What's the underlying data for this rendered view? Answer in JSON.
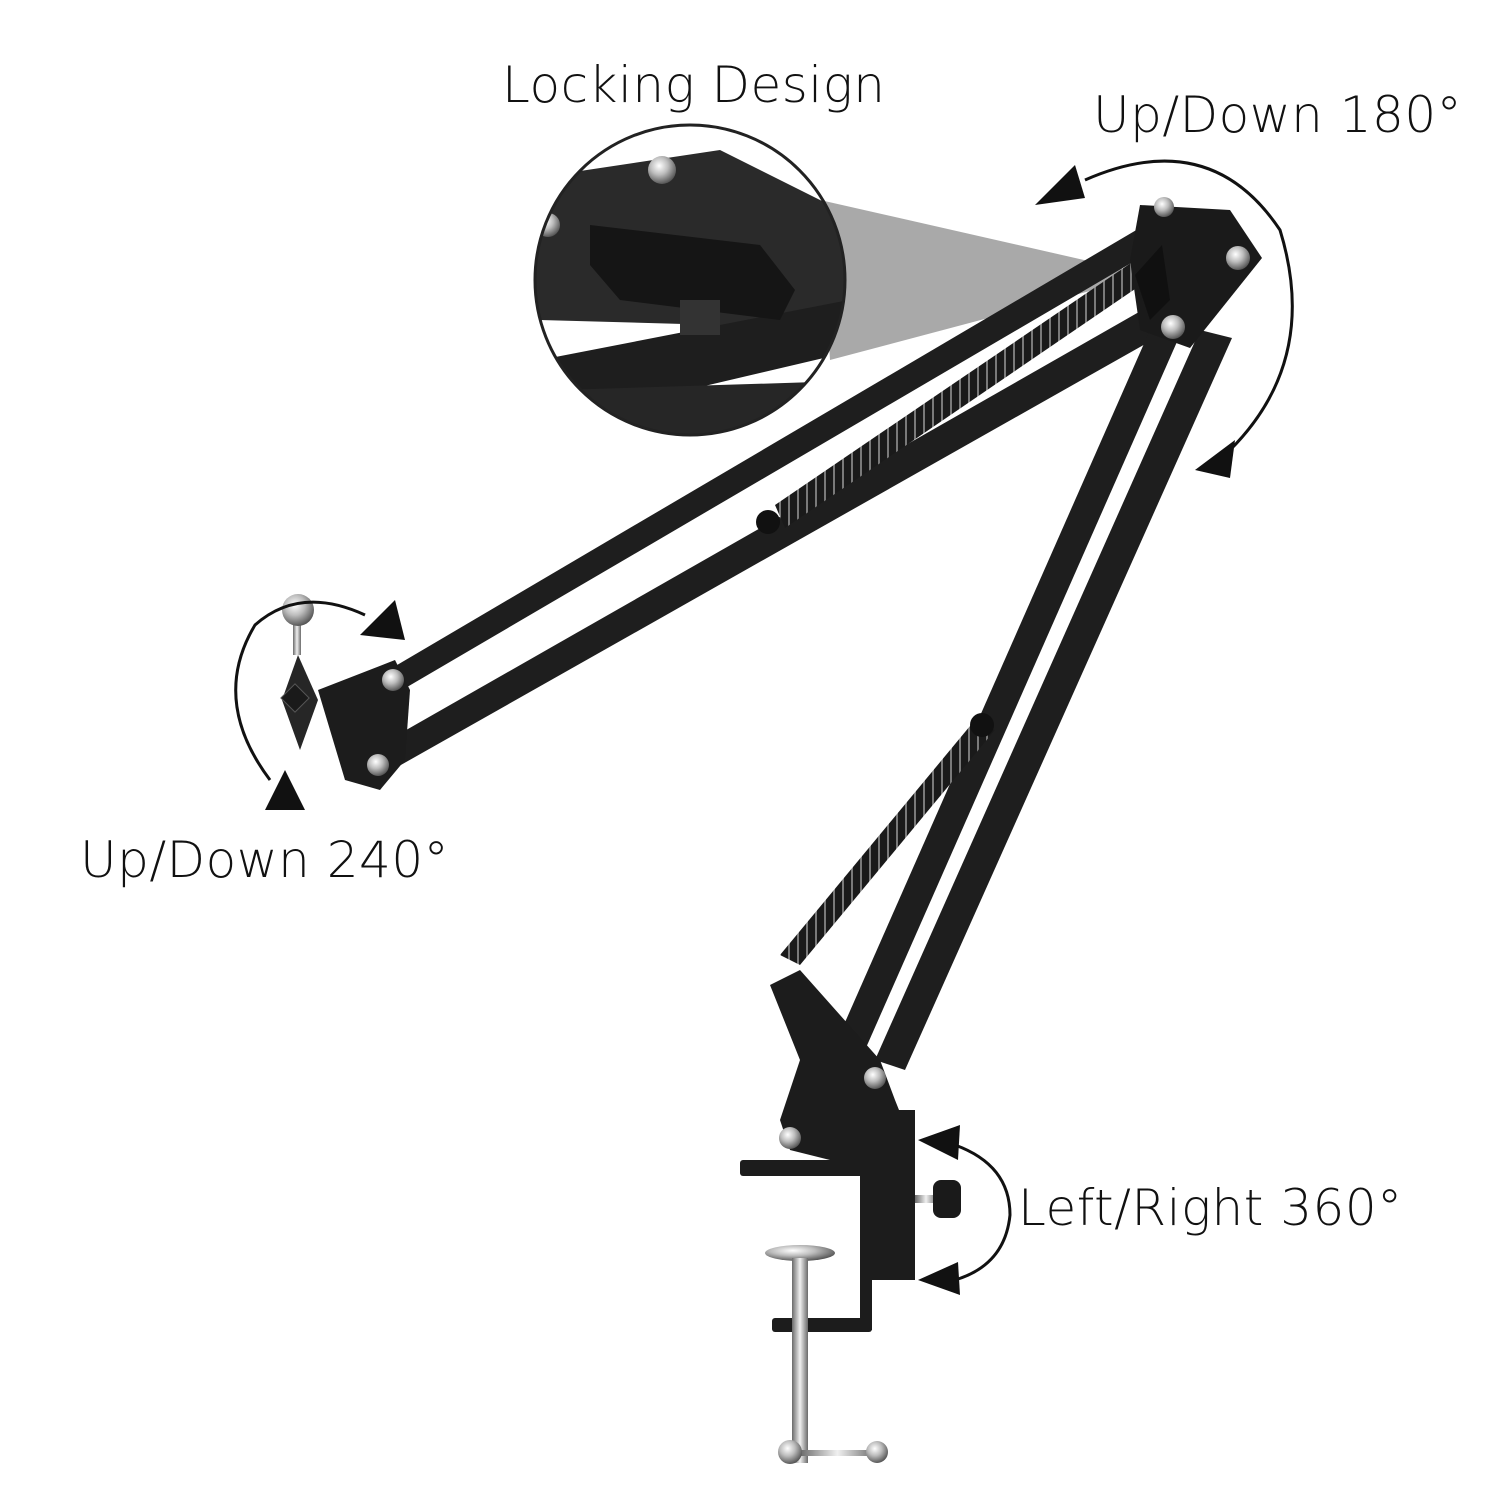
{
  "product": {
    "type": "microphone boom arm stand with desk clamp",
    "colors": {
      "background": "#ffffff",
      "metal_arm": "#1c1c1c",
      "metal_highlight": "#3a3a3a",
      "chrome": "#c8c8c8",
      "callout_cone": "#9a9a9a",
      "text": "#111111"
    }
  },
  "annotations": {
    "locking_design": "Locking Design",
    "top_joint_rotation": "Up/Down 180°",
    "mic_mount_rotation": "Up/Down 240°",
    "base_rotation": "Left/Right 360°"
  },
  "callouts": [
    {
      "name": "locking-design-zoom",
      "description": "magnified view of locking knob at top joint"
    }
  ],
  "icons": [
    {
      "name": "rotate-arrow-top-joint",
      "glyph": "curved double arrow"
    },
    {
      "name": "rotate-arrow-mic-mount",
      "glyph": "curved double arrow"
    },
    {
      "name": "rotate-arrow-base",
      "glyph": "curved double arrow"
    }
  ]
}
